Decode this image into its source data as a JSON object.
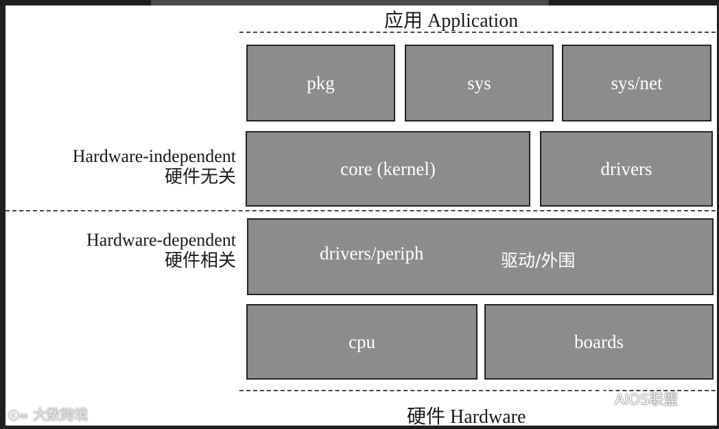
{
  "diagram": {
    "top_label": "应用  Application",
    "bottom_label": "硬件  Hardware",
    "independent_label_en": "Hardware-independent",
    "independent_label_zh": "硬件无关",
    "dependent_label_en": "Hardware-dependent",
    "dependent_label_zh": "硬件相关",
    "blocks": {
      "pkg": "pkg",
      "sys": "sys",
      "sys_net": "sys/net",
      "core": "core (kernel)",
      "drivers": "drivers",
      "drivers_periph": "drivers/periph",
      "drivers_periph_zh": "驱动/外围",
      "cpu": "cpu",
      "boards": "boards"
    }
  },
  "watermarks": {
    "left": "大数跨境",
    "right": "AIOS联盟"
  },
  "colors": {
    "block_fill": "#8c8c8c",
    "block_border": "#222222",
    "frame": "#1f1f1f"
  }
}
